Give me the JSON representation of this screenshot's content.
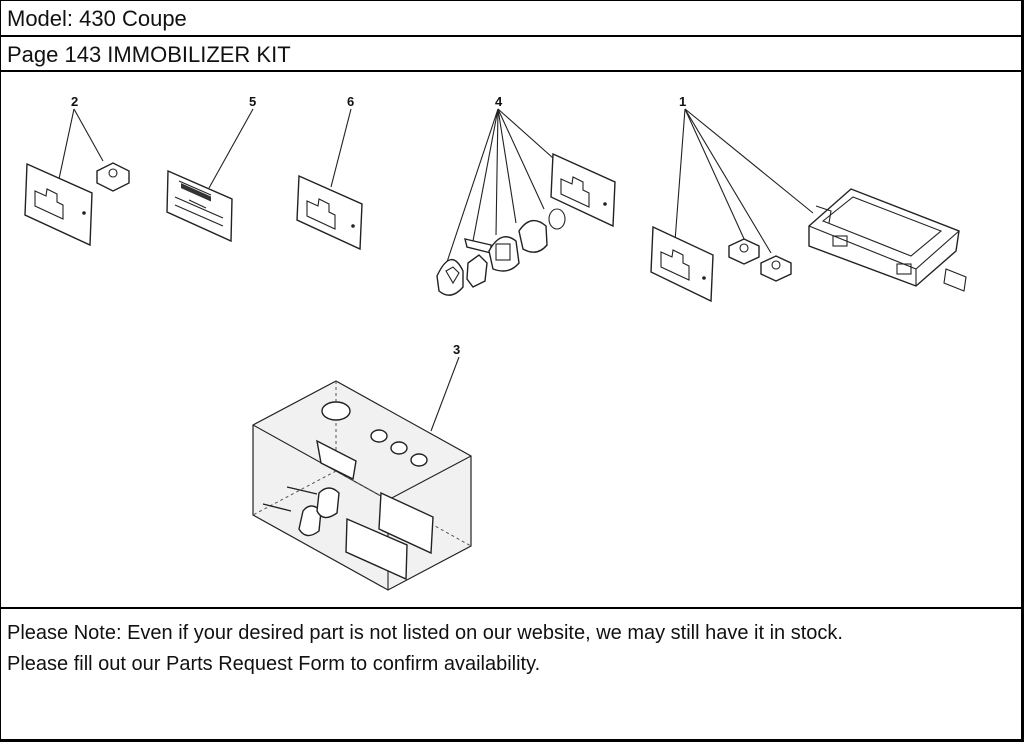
{
  "header": {
    "model_label": "Model: 430 Coupe",
    "page_label": "Page 143   IMMOBILIZER KIT"
  },
  "diagram": {
    "callouts": [
      {
        "number": "2",
        "parts": [
          "key-code-card",
          "transponder-chip"
        ]
      },
      {
        "number": "5",
        "parts": [
          "key-code-label-card"
        ]
      },
      {
        "number": "6",
        "parts": [
          "key-code-card"
        ]
      },
      {
        "number": "4",
        "parts": [
          "key-fob-cover",
          "key-blade",
          "key-fob-housing",
          "key-fob-shell",
          "o-ring",
          "key-code-card"
        ]
      },
      {
        "number": "1",
        "parts": [
          "key-code-card",
          "transponder-chip",
          "transponder-chip",
          "immobilizer-control-unit"
        ]
      },
      {
        "number": "3",
        "parts": [
          "lock-set-kit-box"
        ]
      }
    ]
  },
  "footer": {
    "note_line1": "Please Note: Even if your desired part is not listed on our website, we may still have it in stock.",
    "note_line2": "Please fill out our Parts Request Form to confirm availability."
  }
}
